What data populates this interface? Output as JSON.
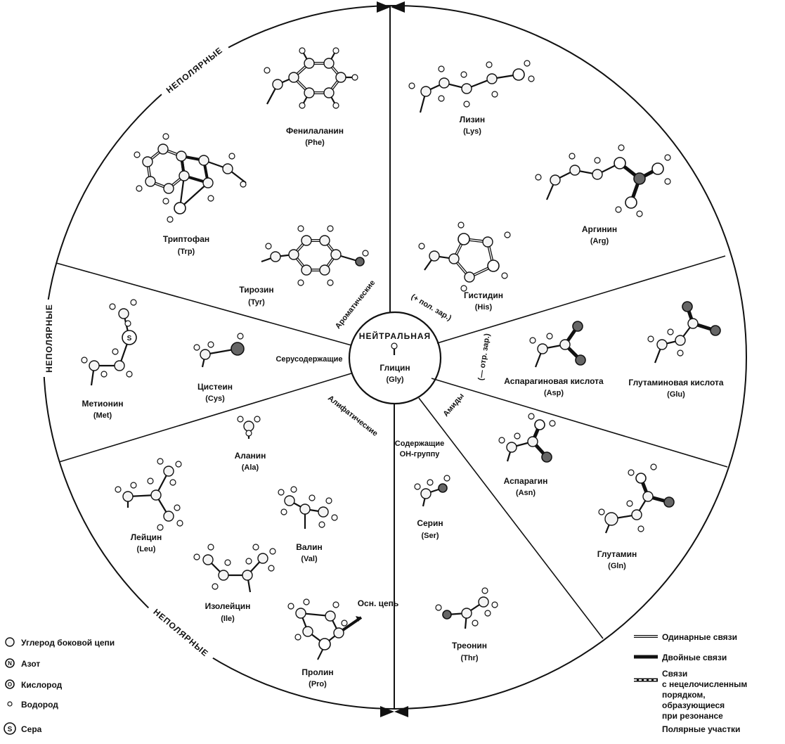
{
  "center": {
    "title": "НЕЙТРАЛЬНАЯ",
    "name": "Глицин",
    "abbr": "(Gly)"
  },
  "ring_labels": {
    "nonpolar_top": "НЕПОЛЯРНЫЕ",
    "nonpolar_left": "НЕПОЛЯРНЫЕ",
    "nonpolar_bottom": "НЕПОЛЯРНЫЕ"
  },
  "groups": {
    "aromatic": "Ароматические",
    "sulfur": "Серусодержащие",
    "aliphatic": "Алифатические",
    "positive": "(+ пол. зар.)",
    "negative": "(— отр. зар.)",
    "amides": "Амиды",
    "hydroxyl_1": "Содержащие",
    "hydroxyl_2": "ОН-группу"
  },
  "amino_acids": {
    "phe": {
      "name": "Фенилаланин",
      "abbr": "(Phe)"
    },
    "trp": {
      "name": "Триптофан",
      "abbr": "(Trp)"
    },
    "tyr": {
      "name": "Тирозин",
      "abbr": "(Tyr)"
    },
    "lys": {
      "name": "Лизин",
      "abbr": "(Lys)"
    },
    "arg": {
      "name": "Аргинин",
      "abbr": "(Arg)"
    },
    "his": {
      "name": "Гистидин",
      "abbr": "(His)"
    },
    "met": {
      "name": "Метионин",
      "abbr": "(Met)"
    },
    "cys": {
      "name": "Цистеин",
      "abbr": "(Cys)"
    },
    "asp": {
      "name": "Аспарагиновая кислота",
      "abbr": "(Asp)"
    },
    "glu": {
      "name": "Глутаминовая кислота",
      "abbr": "(Glu)"
    },
    "ala": {
      "name": "Аланин",
      "abbr": "(Ala)"
    },
    "leu": {
      "name": "Лейцин",
      "abbr": "(Leu)"
    },
    "val": {
      "name": "Валин",
      "abbr": "(Val)"
    },
    "ile": {
      "name": "Изолейцин",
      "abbr": "(Ile)"
    },
    "pro": {
      "name": "Пролин",
      "abbr": "(Pro)",
      "backbone": "Осн. цепь"
    },
    "ser": {
      "name": "Серин",
      "abbr": "(Ser)"
    },
    "thr": {
      "name": "Треонин",
      "abbr": "(Thr)"
    },
    "asn": {
      "name": "Аспарагин",
      "abbr": "(Asn)"
    },
    "gln": {
      "name": "Глутамин",
      "abbr": "(Gln)"
    }
  },
  "atom_legend": {
    "carbon": "Углерод боковой цепи",
    "nitrogen": "Азот",
    "oxygen": "Кислород",
    "hydrogen": "Водород",
    "sulfur": "Сера",
    "symbol_n": "N",
    "symbol_o": "O",
    "symbol_s": "S"
  },
  "bond_legend": {
    "single": "Одинарные связи",
    "double": "Двойные связи",
    "resonance_1": "Связи",
    "resonance_2": "с нецелочисленным",
    "resonance_3": "порядком,",
    "resonance_4": "образующиеся",
    "resonance_5": "при резонансе",
    "polar": "Полярные участки"
  }
}
